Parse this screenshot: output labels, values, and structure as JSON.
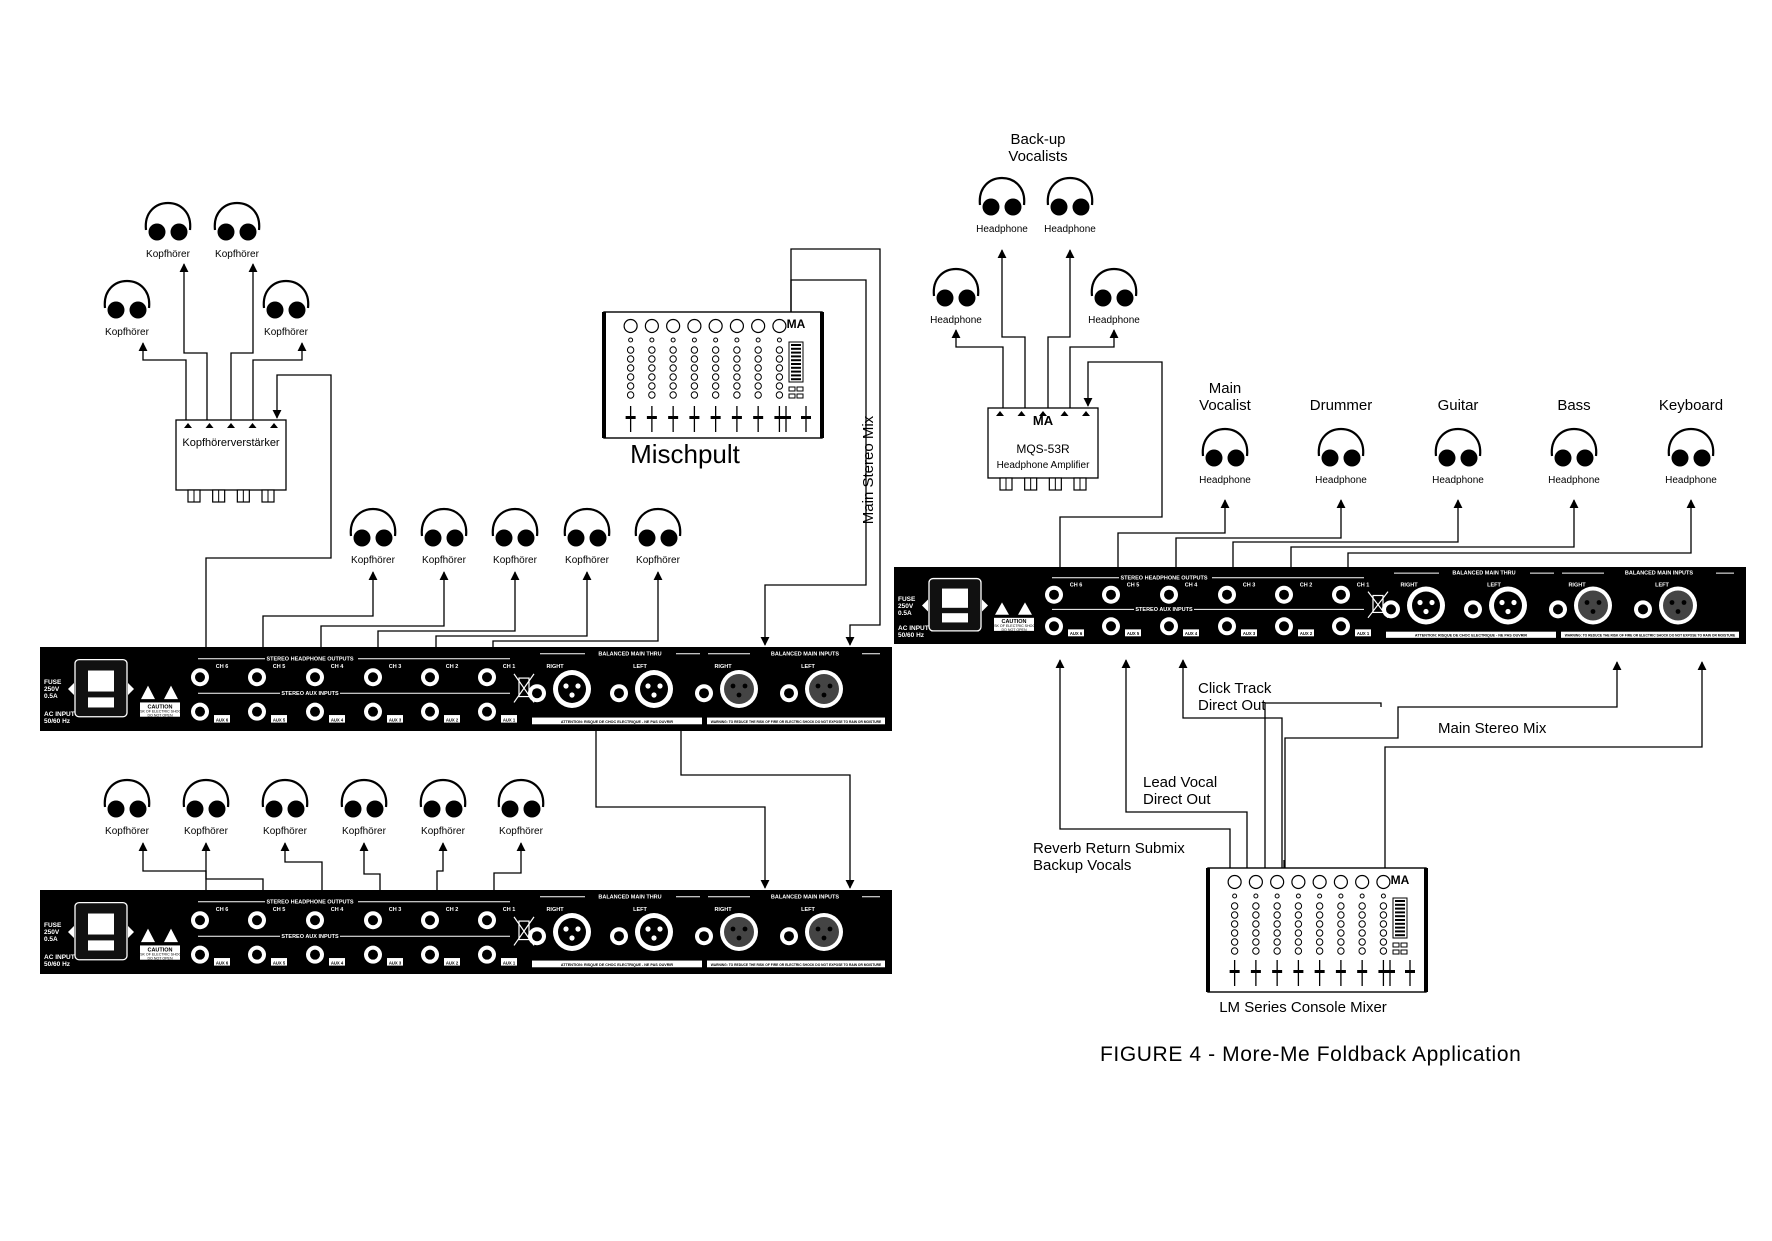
{
  "figure_caption": "FIGURE 4 - More-Me Foldback Application",
  "brand_mark": "MA",
  "headphone_labels": {
    "de": "Kopfhörer",
    "en": "Headphone"
  },
  "left_setup": {
    "amp_label": "Kopfhörerverstärker",
    "mixer_label": "Mischpult",
    "main_mix_label": "Main Stereo Mix"
  },
  "right_setup": {
    "backup_vocalists": "Back-up\nVocalists",
    "amp_model": "MQS-53R",
    "amp_label": "Headphone Amplifier",
    "musicians": [
      "Main\nVocalist",
      "Drummer",
      "Guitar",
      "Bass",
      "Keyboard"
    ],
    "click_track": "Click Track\nDirect Out",
    "lead_vocal": "Lead Vocal\nDirect Out",
    "reverb_return": "Reverb Return Submix\nBackup Vocals",
    "main_stereo_mix": "Main Stereo Mix",
    "mixer_label": "LM Series Console Mixer"
  },
  "rack_panel": {
    "fuse": "FUSE\n250V\n0.5A",
    "ac_input": "AC INPUT\n50/60 Hz",
    "caution": "CAUTION",
    "caution_sub": "RISK OF ELECTRIC SHOCK\nDO NOT OPEN",
    "stereo_headphone_outputs": "STEREO HEADPHONE OUTPUTS",
    "stereo_aux_inputs": "STEREO AUX INPUTS",
    "channels": [
      "CH 6",
      "CH 5",
      "CH 4",
      "CH 3",
      "CH 2",
      "CH 1"
    ],
    "aux": [
      "AUX 6",
      "AUX 5",
      "AUX 4",
      "AUX 3",
      "AUX 2",
      "AUX 1"
    ],
    "balanced_main_thru": "BALANCED MAIN THRU",
    "balanced_main_inputs": "BALANCED MAIN INPUTS",
    "right": "RIGHT",
    "left": "LEFT",
    "attention": "ATTENTION: RISQUE DE CHOC ELECTRIQUE - NE PAS OUVRIR",
    "warning": "WARNING: TO REDUCE THE RISK OF FIRE OR ELECTRIC SHOCK DO NOT EXPOSE TO RAIN OR MOISTURE"
  }
}
